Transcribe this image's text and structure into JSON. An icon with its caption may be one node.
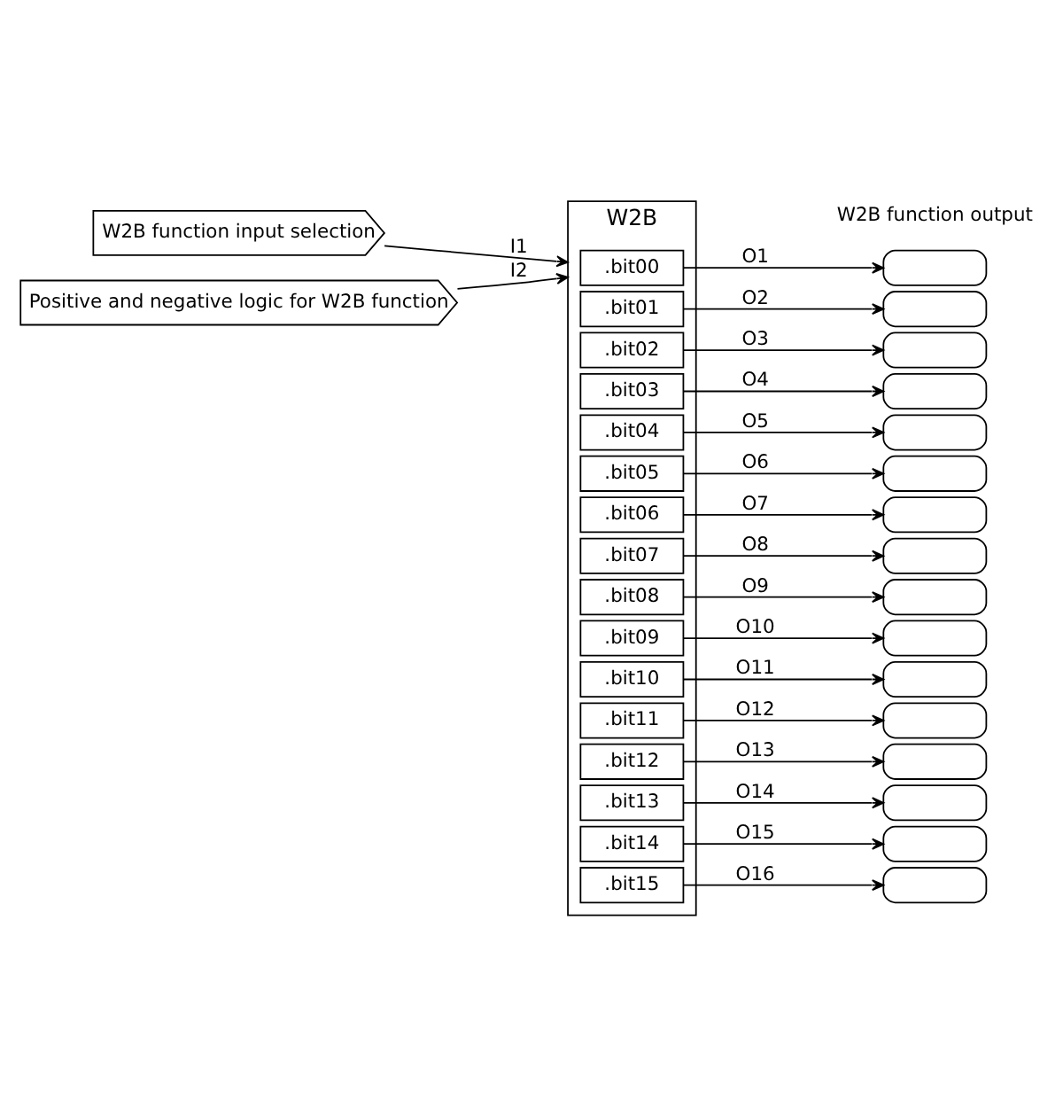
{
  "diagram": {
    "nodes": [
      {
        "text": [
          "W2B function input selection"
        ]
      },
      {
        "text": [
          "Positive and negative logic for W2B function"
        ]
      },
      {
        "text": [
          "W2B"
        ]
      },
      {
        "text": [
          ".bit00"
        ],
        "in": 2
      },
      {
        "text": [
          ".bit01"
        ],
        "in": 2
      },
      {
        "text": [
          ".bit02"
        ],
        "in": 2
      },
      {
        "text": [
          ".bit03"
        ],
        "in": 2
      },
      {
        "text": [
          ".bit04"
        ],
        "in": 2
      },
      {
        "text": [
          ".bit05"
        ],
        "in": 2
      },
      {
        "text": [
          ".bit06"
        ],
        "in": 2
      },
      {
        "text": [
          ".bit07"
        ],
        "in": 2
      },
      {
        "text": [
          ".bit08"
        ],
        "in": 2
      },
      {
        "text": [
          ".bit09"
        ],
        "in": 2
      },
      {
        "text": [
          ".bit10"
        ],
        "in": 2
      },
      {
        "text": [
          ".bit11"
        ],
        "in": 2
      },
      {
        "text": [
          ".bit12"
        ],
        "in": 2
      },
      {
        "text": [
          ".bit13"
        ],
        "in": 2
      },
      {
        "text": [
          ".bit14"
        ],
        "in": 2
      },
      {
        "text": [
          ".bit15"
        ],
        "in": 2
      },
      {
        "text": [],
        "shape": "box"
      },
      {
        "text": [],
        "shape": "box"
      },
      {
        "text": [],
        "shape": "box"
      },
      {
        "text": [],
        "shape": "box"
      },
      {
        "text": [],
        "shape": "box"
      },
      {
        "text": [],
        "shape": "box"
      },
      {
        "text": [],
        "shape": "box"
      },
      {
        "text": [],
        "shape": "box"
      },
      {
        "text": [],
        "shape": "box"
      },
      {
        "text": [],
        "shape": "box"
      },
      {
        "text": [],
        "shape": "box"
      },
      {
        "text": [],
        "shape": "box"
      },
      {
        "text": [],
        "shape": "box"
      },
      {
        "text": [],
        "shape": "box"
      },
      {
        "text": [],
        "shape": "box"
      },
      {
        "text": [],
        "shape": "box"
      }
    ],
    "edges": [
      {
        "from": 0,
        "to": 2,
        "arrow": "to",
        "label": "I1"
      },
      {
        "from": 1,
        "to": 2,
        "arrow": "to",
        "label": "I2"
      },
      {
        "from": 3,
        "to": 19,
        "arrow": "to",
        "label": "O1"
      },
      {
        "from": 4,
        "to": 20,
        "arrow": "to",
        "label": "O2"
      },
      {
        "from": 5,
        "to": 21,
        "arrow": "to",
        "label": "O3"
      },
      {
        "from": 6,
        "to": 22,
        "arrow": "to",
        "label": "O4"
      },
      {
        "from": 7,
        "to": 23,
        "arrow": "to",
        "label": "O5"
      },
      {
        "from": 8,
        "to": 24,
        "arrow": "to",
        "label": "O6"
      },
      {
        "from": 9,
        "to": 25,
        "arrow": "to",
        "label": "O7"
      },
      {
        "from": 10,
        "to": 26,
        "arrow": "to",
        "label": "O8"
      },
      {
        "from": 11,
        "to": 27,
        "arrow": "to",
        "label": "O9"
      },
      {
        "from": 12,
        "to": 28,
        "arrow": "to",
        "label": "O10"
      },
      {
        "from": 13,
        "to": 29,
        "arrow": "to",
        "label": "O11"
      },
      {
        "from": 14,
        "to": 30,
        "arrow": "to",
        "label": "O12"
      },
      {
        "from": 15,
        "to": 31,
        "arrow": "to",
        "label": "O13"
      },
      {
        "from": 16,
        "to": 32,
        "arrow": "to",
        "label": "O14"
      },
      {
        "from": 17,
        "to": 33,
        "arrow": "to",
        "label": "O15"
      },
      {
        "from": 18,
        "to": 34,
        "arrow": "to",
        "label": "O16"
      }
    ],
    "labels": [
      "W2B function output"
    ]
  }
}
